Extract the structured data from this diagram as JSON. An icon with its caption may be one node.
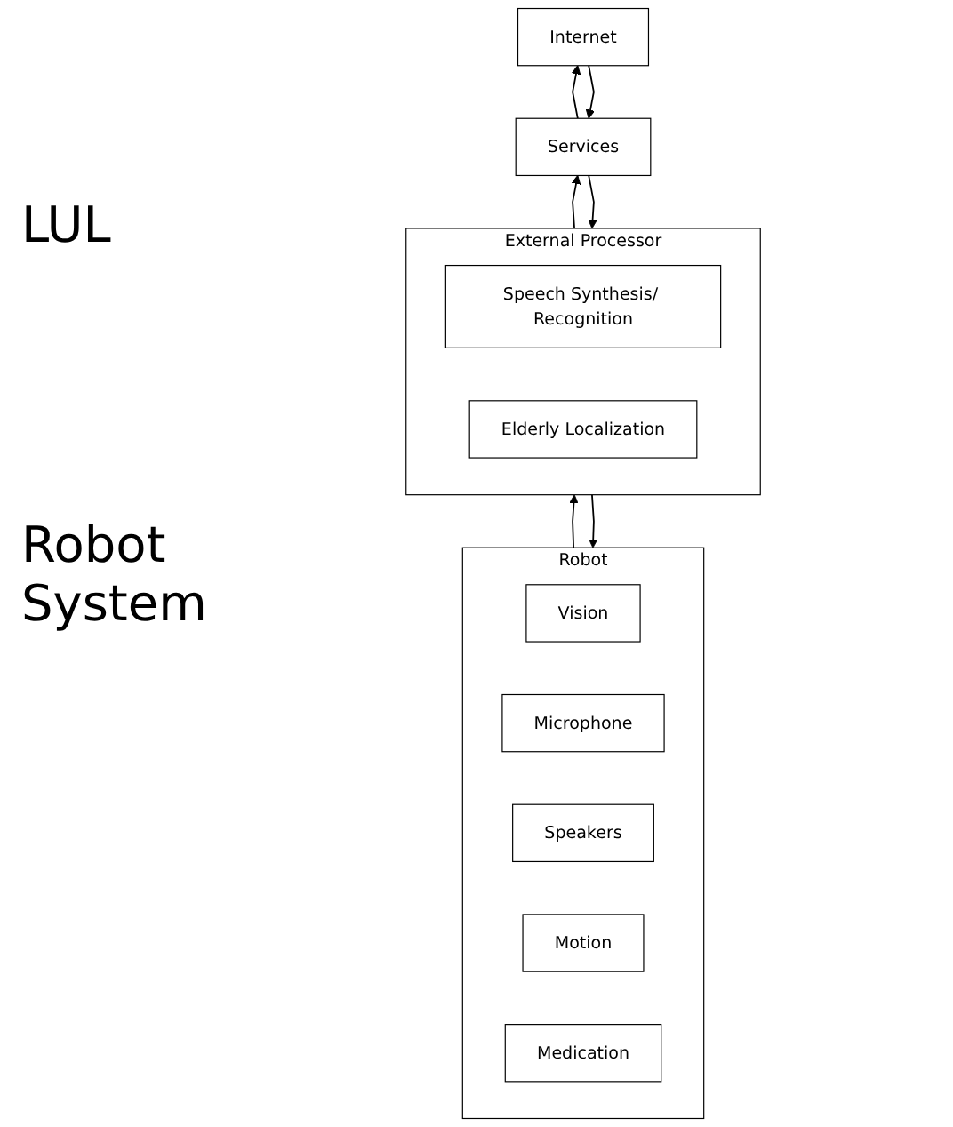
{
  "diagram": {
    "nodes": [
      {
        "text": [
          "Internet"
        ]
      },
      {
        "text": [
          "Services"
        ]
      },
      {
        "text": [
          "External Processor"
        ]
      },
      {
        "text": [
          "Speech Synthesis/ Recognition"
        ],
        "in": 2
      },
      {
        "text": [
          "Elderly Localization"
        ],
        "in": 2
      },
      {
        "text": [
          "Robot"
        ]
      },
      {
        "text": [
          "Vision"
        ],
        "in": 5
      },
      {
        "text": [
          "Microphone"
        ],
        "in": 5
      },
      {
        "text": [
          "Speakers"
        ],
        "in": 5
      },
      {
        "text": [
          "Motion"
        ],
        "in": 5
      },
      {
        "text": [
          "Medication"
        ],
        "in": 5
      }
    ],
    "edges": [
      {
        "from": 0,
        "to": 1,
        "arrow": "to"
      },
      {
        "from": 1,
        "to": 0,
        "arrow": "to"
      },
      {
        "from": 1,
        "to": 2,
        "arrow": "to"
      },
      {
        "from": 2,
        "to": 1,
        "arrow": "to"
      },
      {
        "from": 2,
        "to": 5,
        "arrow": "to"
      },
      {
        "from": 5,
        "to": 2,
        "arrow": "to"
      }
    ],
    "labels": [
      "LUL",
      "Robot System"
    ]
  }
}
